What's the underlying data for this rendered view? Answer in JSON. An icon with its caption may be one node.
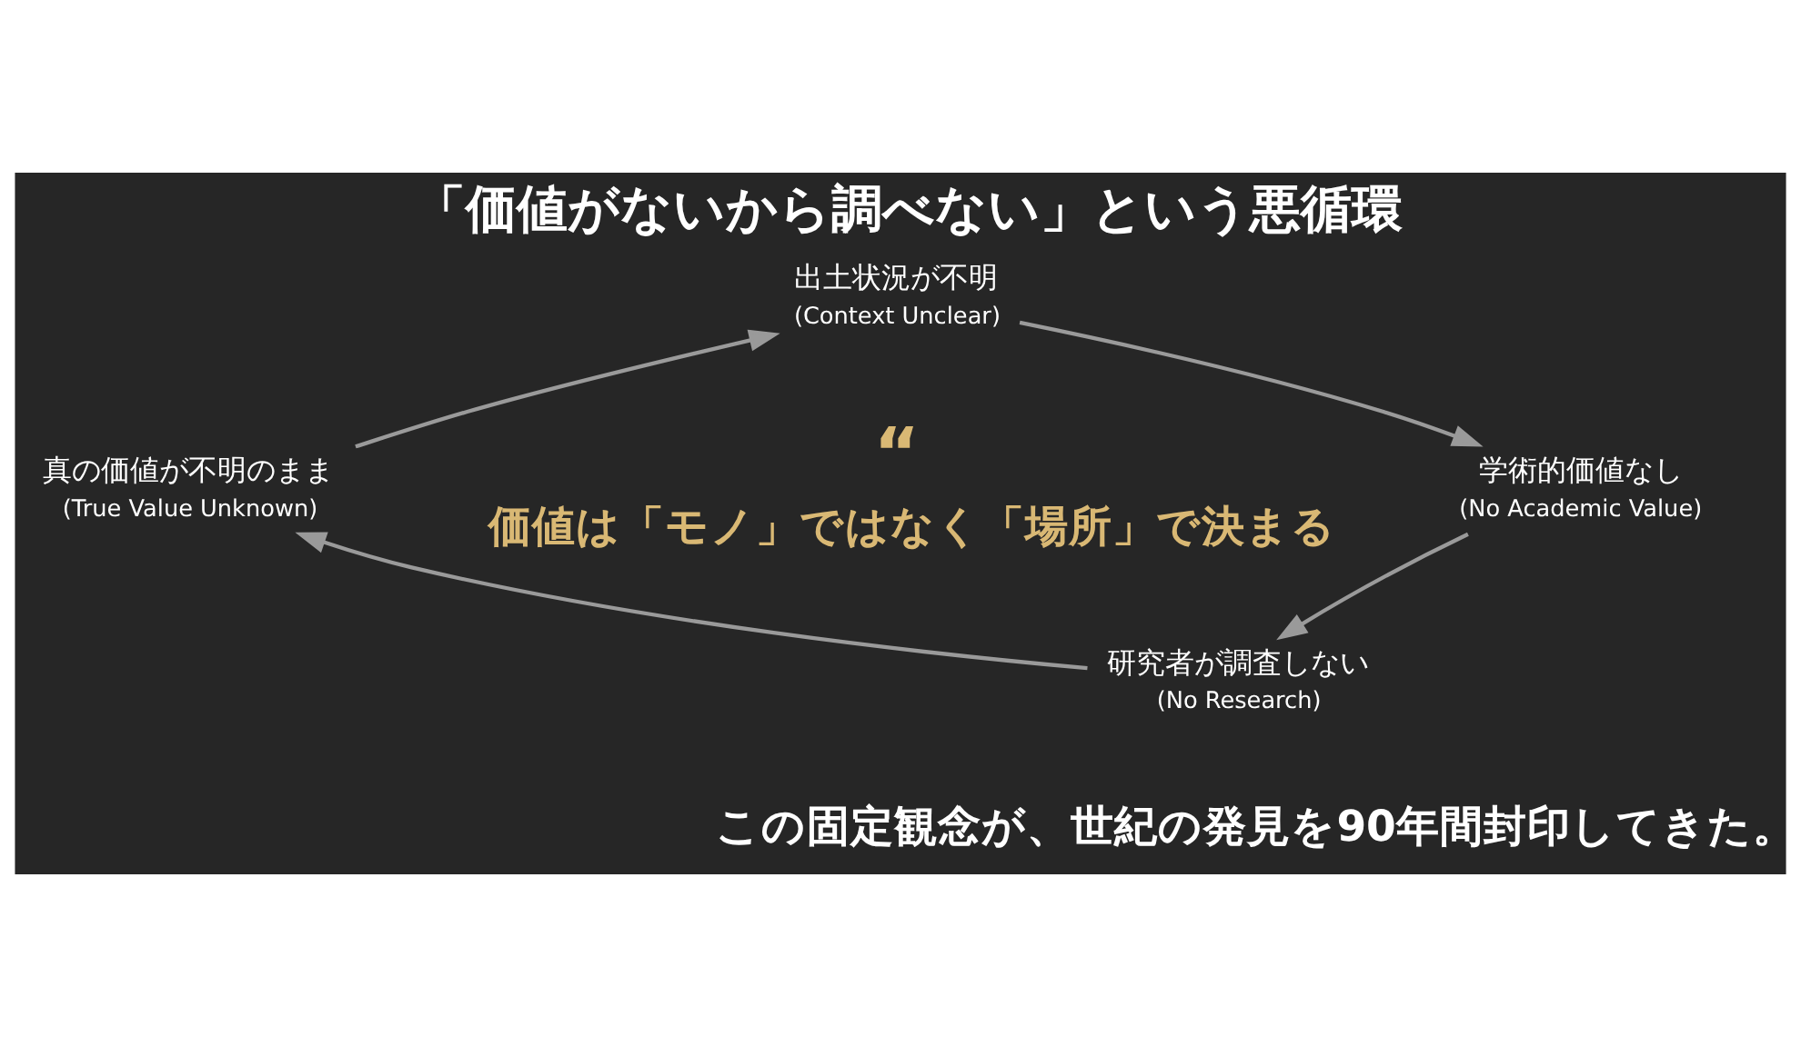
{
  "diagram": {
    "title": "「価値がないから調べない」という悪循環",
    "caption": "この固定観念が、世紀の発見を90年間封印してきた。",
    "nodes": [
      {
        "text": [
          "出土状況が不明",
          "(Context Unclear)"
        ]
      },
      {
        "text": [
          "真の価値が不明のまま",
          "(True Value Unknown)"
        ]
      },
      {
        "text": [
          "学術的価値なし",
          "(No Academic Value)"
        ]
      },
      {
        "text": [
          "研究者が調査しない",
          "(No Research)"
        ]
      }
    ],
    "edges": [
      {
        "from": 0,
        "to": 2,
        "arrow": "to"
      },
      {
        "from": 2,
        "to": 3,
        "arrow": "to"
      },
      {
        "from": 3,
        "to": 1,
        "arrow": "to"
      },
      {
        "from": 1,
        "to": 0,
        "arrow": "to"
      }
    ],
    "labels": [
      "“",
      "価値は「モノ」ではなく「場所」で決まる"
    ]
  }
}
